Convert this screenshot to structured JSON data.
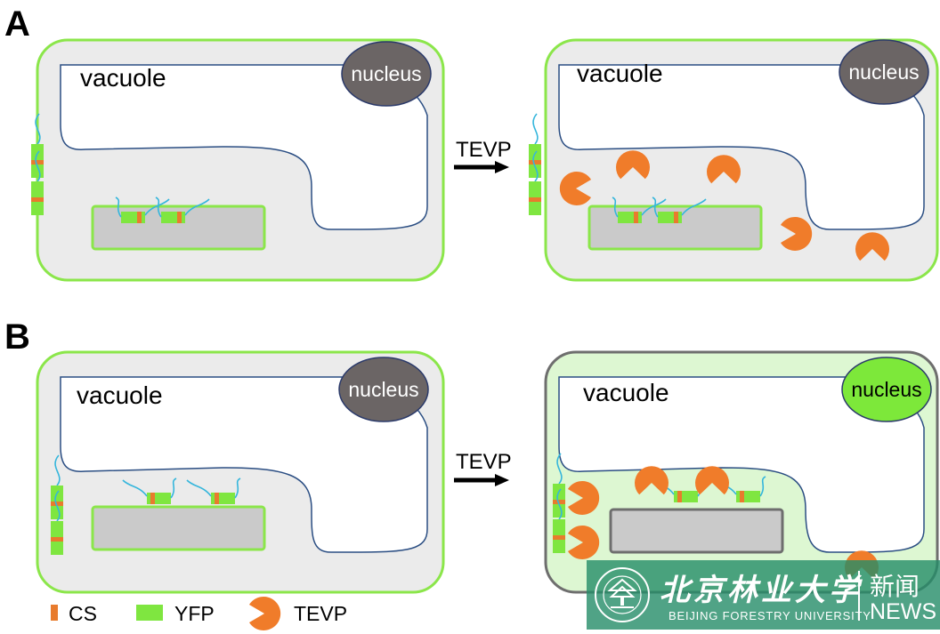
{
  "panels": {
    "a": {
      "letter": "A",
      "arrow_label": "TEVP"
    },
    "b": {
      "letter": "B",
      "arrow_label": "TEVP"
    }
  },
  "labels": {
    "vacuole": "vacuole",
    "nucleus": "nucleus"
  },
  "legend": {
    "cs": "CS",
    "yfp": "YFP",
    "tevp": "TEVP"
  },
  "colors": {
    "cell_border": "#8be64a",
    "cell_border_b_after": "#6e6e6e",
    "cytoplasm": "#ebebeb",
    "cytoplasm_b_after": "#ddf7d2",
    "nucleus": "#6b6565",
    "nucleus_b_after": "#7de83a",
    "tevp": "#f07c2a",
    "yfp": "#7fe640",
    "cs": "#e87b2d",
    "tether": "#35b6dc",
    "vacuole_line": "#2b4e83"
  },
  "watermark": {
    "name_cn": "北京林业大学",
    "name_en": "BEIJING FORESTRY UNIVERSITY",
    "news_cn": "新闻",
    "news_en": "NEWS",
    "seal": "university-seal-logo"
  }
}
